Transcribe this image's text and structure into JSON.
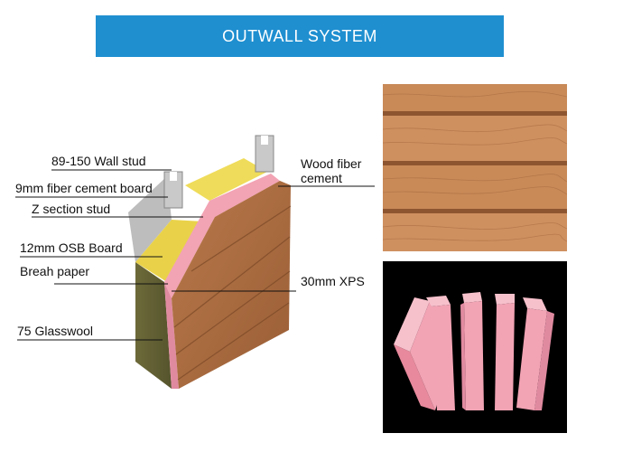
{
  "header": {
    "title": "OUTWALL SYSTEM",
    "color": "#1f8fd0"
  },
  "labels": {
    "wall_stud": "89-150 Wall stud",
    "fiber_cement_board": "9mm fiber cement board",
    "z_section_stud": "Z section stud",
    "osb_board": "12mm OSB Board",
    "breah_paper": "Breah paper",
    "glasswool": "75 Glasswool",
    "wood_fiber_line1": "Wood fiber",
    "wood_fiber_line2": "cement",
    "xps": "30mm XPS"
  },
  "colors": {
    "wood": "#b8794a",
    "wood_dark": "#8e5630",
    "pink_xps": "#f2a3b4",
    "insulation": "#e9d24a",
    "stud_gray": "#c9c9c9",
    "photo_bg": "#000000"
  }
}
